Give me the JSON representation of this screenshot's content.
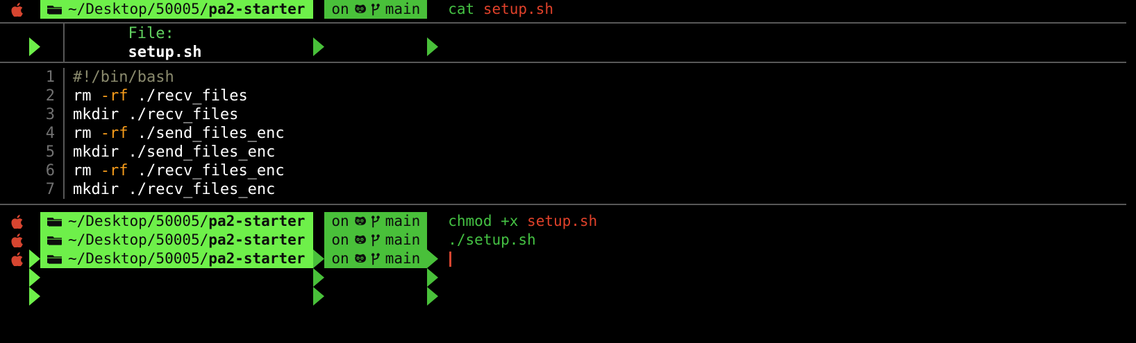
{
  "terminal": {
    "background": "#000000",
    "accent_green_bright": "#6ef04a",
    "accent_green_mid": "#49c03a",
    "accent_red": "#e0412a",
    "accent_orange": "#f59b1b"
  },
  "prompt": {
    "apple_icon": "apple-logo",
    "folder_icon": "folder-icon",
    "path_prefix": "~/Desktop/50005/",
    "path_dir": "pa2-starter",
    "git_on": "on",
    "octocat_icon": "github-octocat-icon",
    "branch_icon": "git-branch-icon",
    "git_branch": "main"
  },
  "commands": [
    {
      "id": "cmd-cat",
      "text": "cat ",
      "arg": "setup.sh"
    },
    {
      "id": "cmd-chmod",
      "text": "chmod +x ",
      "arg": "setup.sh"
    },
    {
      "id": "cmd-run",
      "text": "./setup.sh",
      "arg": ""
    }
  ],
  "file_viewer": {
    "header_label": "File:",
    "header_filename": "setup.sh",
    "lines": [
      {
        "n": "1",
        "comment": "#!/bin/bash",
        "cmd": "",
        "flag": "",
        "rest": ""
      },
      {
        "n": "2",
        "comment": "",
        "cmd": "rm ",
        "flag": "-rf",
        "rest": " ./recv_files"
      },
      {
        "n": "3",
        "comment": "",
        "cmd": "mkdir ./recv_files",
        "flag": "",
        "rest": ""
      },
      {
        "n": "4",
        "comment": "",
        "cmd": "rm ",
        "flag": "-rf",
        "rest": " ./send_files_enc"
      },
      {
        "n": "5",
        "comment": "",
        "cmd": "mkdir ./send_files_enc",
        "flag": "",
        "rest": ""
      },
      {
        "n": "6",
        "comment": "",
        "cmd": "rm ",
        "flag": "-rf",
        "rest": " ./recv_files_enc"
      },
      {
        "n": "7",
        "comment": "",
        "cmd": "mkdir ./recv_files_enc",
        "flag": "",
        "rest": ""
      }
    ]
  }
}
